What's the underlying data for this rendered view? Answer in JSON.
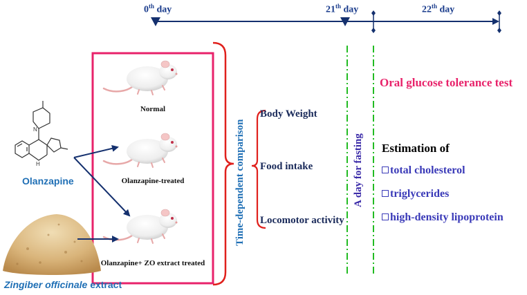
{
  "timeline": {
    "day0": {
      "num": "0",
      "sup": "th",
      "unit": "day"
    },
    "day21": {
      "num": "21",
      "sup": "th",
      "unit": "day"
    },
    "day22": {
      "num": "22",
      "sup": "th",
      "unit": "day"
    }
  },
  "groups": [
    {
      "label": "Normal"
    },
    {
      "label": "Olanzapine-treated"
    },
    {
      "label": "Olanzapine+ ZO extract treated"
    }
  ],
  "drug": {
    "label": "Olanzapine"
  },
  "extract": {
    "label_italic": "Zingiber officinale",
    "label_rest": " extract"
  },
  "comparison": {
    "label": "Time-dependent comparison"
  },
  "parameters": [
    "Body Weight",
    "Food intake",
    "Locomotor activity"
  ],
  "fasting": {
    "label": "A day for fasting"
  },
  "ogtt": {
    "label": "Oral glucose tolerance test"
  },
  "estimation": {
    "title": "Estimation of",
    "items": [
      "total cholesterol",
      "triglycerides",
      "high-density lipoprotein"
    ]
  },
  "colors": {
    "timeline": "#14306e",
    "group_box": "#e8226a",
    "bracket": "#e0201c",
    "fasting_line": "#22bb22",
    "comparison_text": "#1f6fb5",
    "fasting_text": "#3a2aa8",
    "ogtt_text": "#e8226a",
    "estimation_items": "#3a3ab8"
  }
}
